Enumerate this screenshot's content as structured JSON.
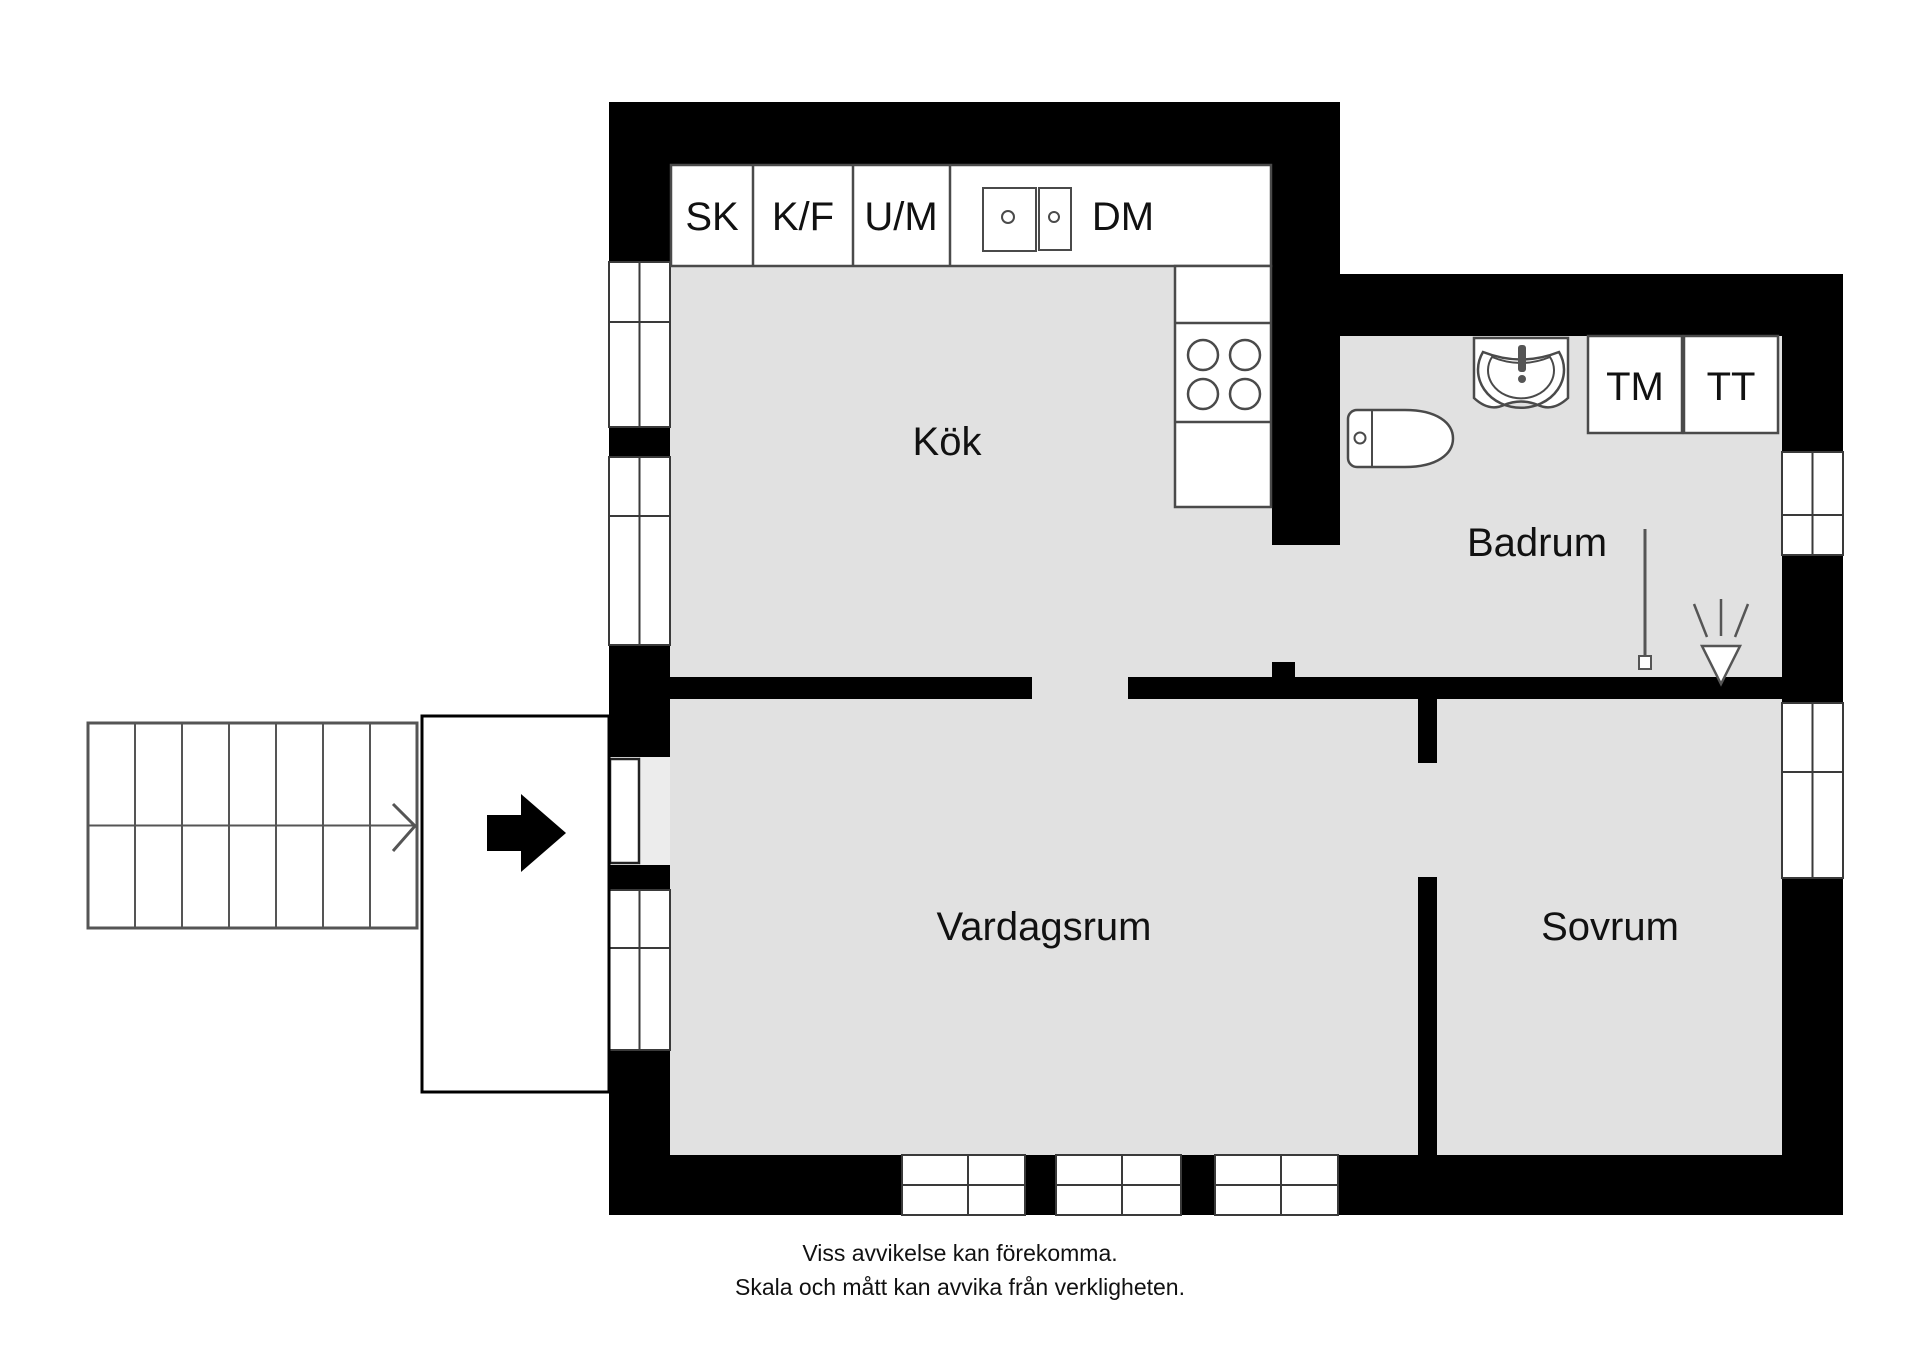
{
  "rooms": {
    "kitchen": {
      "label": "Kök"
    },
    "bathroom": {
      "label": "Badrum"
    },
    "living_room": {
      "label": "Vardagsrum"
    },
    "bedroom": {
      "label": "Sovrum"
    }
  },
  "kitchen_fixtures": {
    "cabinet": "SK",
    "fridge_freezer": "K/F",
    "oven_microwave": "U/M",
    "dishwasher": "DM"
  },
  "bathroom_fixtures": {
    "washing_machine": "TM",
    "tumble_dryer": "TT"
  },
  "disclaimer": {
    "line1": "Viss avvikelse kan förekomma.",
    "line2": "Skala och mått kan avvika från verkligheten."
  },
  "colors": {
    "wall": "#000000",
    "floor": "#e1e1e1",
    "fixture_outline": "#4a4a4a",
    "stair_outline": "#555555"
  }
}
